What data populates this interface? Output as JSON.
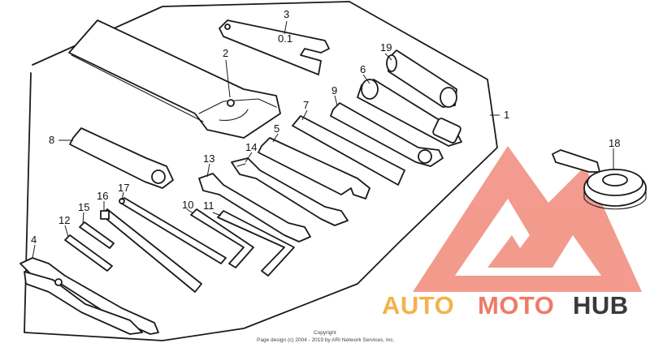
{
  "diagram": {
    "part_numbers": {
      "p1": "1",
      "p2": "2",
      "p3": "3",
      "p4": "4",
      "p5": "5",
      "p6": "6",
      "p7": "7",
      "p8": "8",
      "p9": "9",
      "p10": "10",
      "p11": "11",
      "p12": "12",
      "p13": "13",
      "p14": "14",
      "p15": "15",
      "p16": "16",
      "p17": "17",
      "p18": "18",
      "p19": "19"
    },
    "stamped_labels": {
      "tool3_mark": "0.1"
    }
  },
  "watermark": {
    "brand_part1": "AUTO",
    "brand_part2": "MOTO",
    "brand_part3": "HUB",
    "colors": {
      "logo": "#f08a7a",
      "auto": "#f4b24a",
      "moto": "#ee7b67",
      "hub": "#3a3a3a"
    }
  },
  "copyright": {
    "line1": "Copyright",
    "line2": "Page design (c) 2004 - 2019 by ARI Network Services, Inc."
  }
}
